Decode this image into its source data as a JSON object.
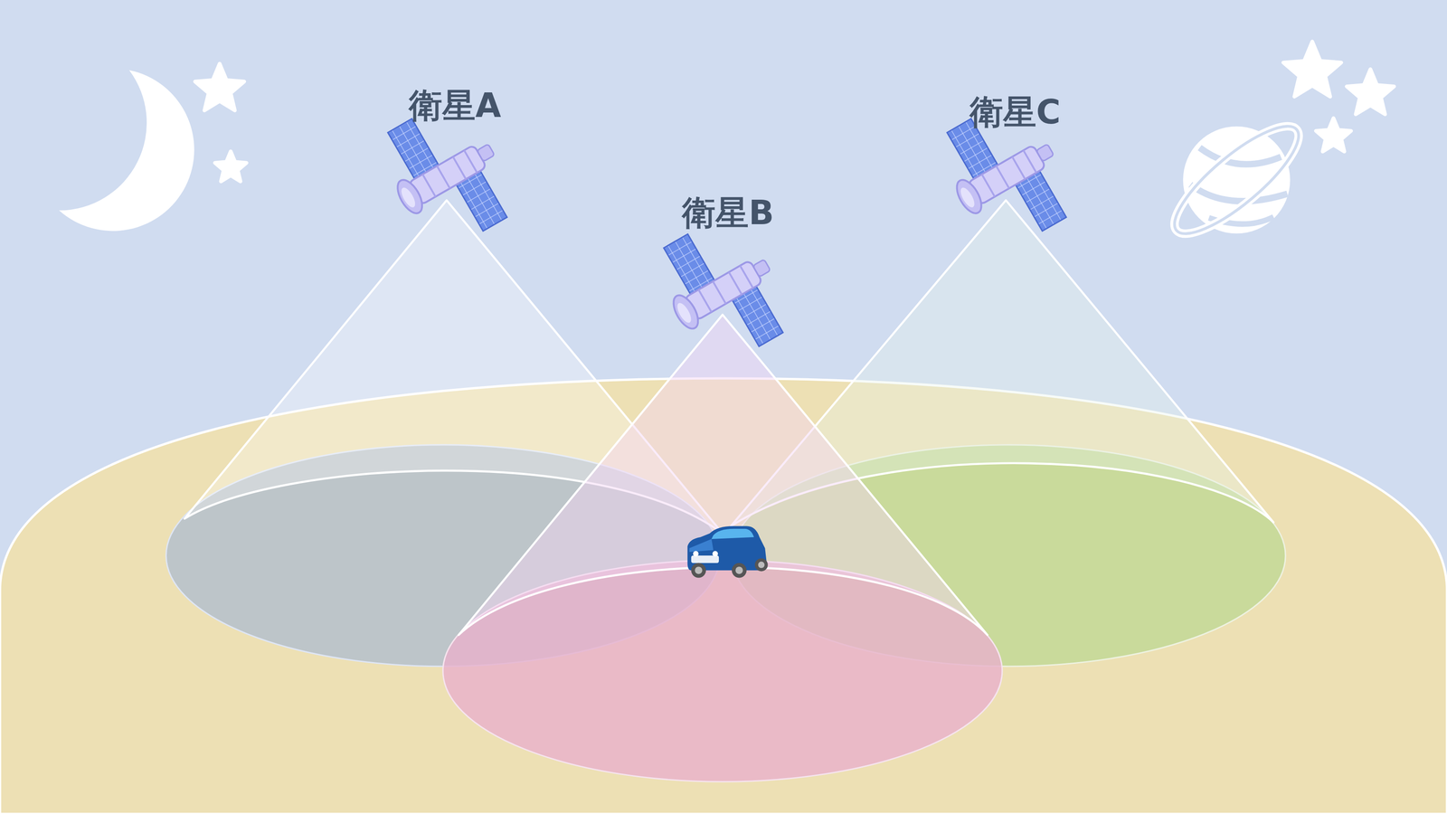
{
  "diagram": {
    "labels": [
      "衛星A",
      "衛星B",
      "衛星C"
    ]
  }
}
